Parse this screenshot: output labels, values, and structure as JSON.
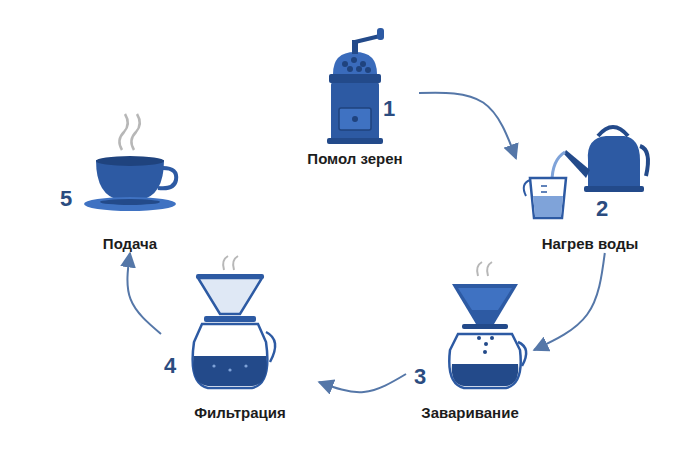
{
  "diagram": {
    "nodes": [
      {
        "text": [
          "1",
          "Помол зерен"
        ]
      },
      {
        "text": [
          "2",
          "Нагрев воды"
        ]
      },
      {
        "text": [
          "3",
          "Заваривание"
        ]
      },
      {
        "text": [
          "4",
          "Фильтрация"
        ]
      },
      {
        "text": [
          "5",
          "Подача"
        ]
      }
    ],
    "edges": [
      {
        "from": 0,
        "to": 1,
        "arrow": "to"
      },
      {
        "from": 1,
        "to": 2,
        "arrow": "to"
      },
      {
        "from": 2,
        "to": 3,
        "arrow": "to"
      },
      {
        "from": 3,
        "to": 4,
        "arrow": "to"
      }
    ]
  }
}
